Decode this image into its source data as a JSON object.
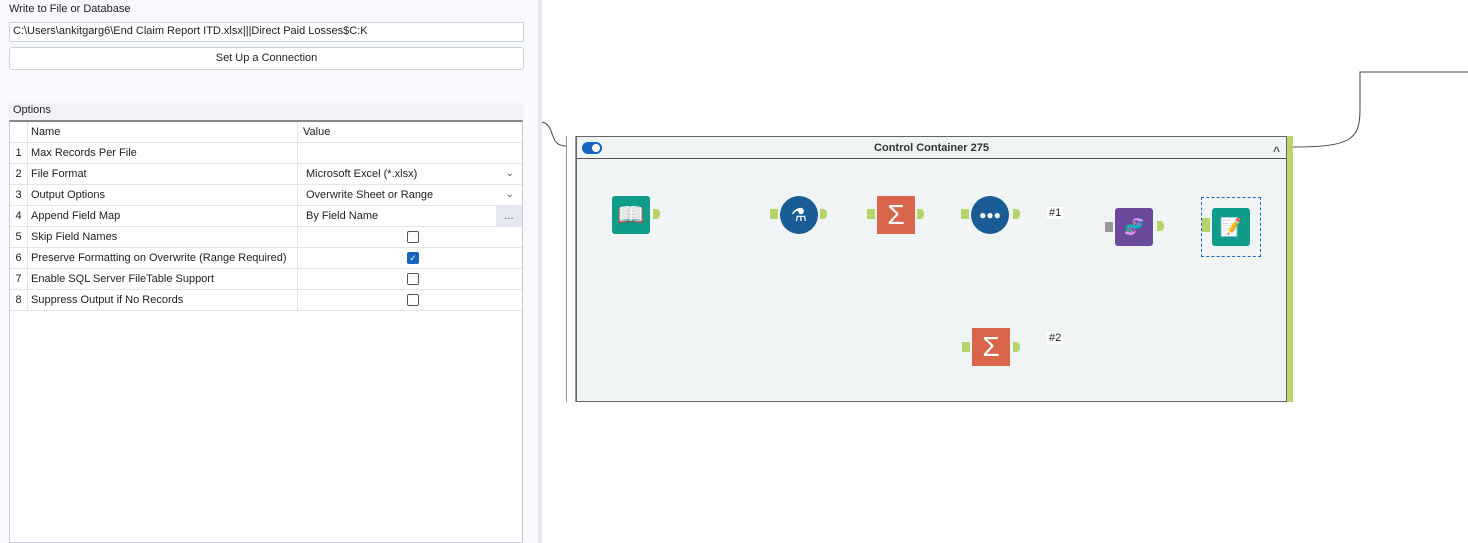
{
  "panel": {
    "title": "Write to File or Database",
    "path": "C:\\Users\\ankitgarg6\\End Claim Report ITD.xlsx|||Direct Paid Losses$C:K",
    "setup_label": "Set Up a Connection",
    "options_label": "Options",
    "headers": {
      "name": "Name",
      "value": "Value"
    },
    "rows": [
      {
        "i": "1",
        "name": "Max Records Per File",
        "value": ""
      },
      {
        "i": "2",
        "name": "File Format",
        "value": "Microsoft Excel (*.xlsx)"
      },
      {
        "i": "3",
        "name": "Output Options",
        "value": "Overwrite Sheet or Range"
      },
      {
        "i": "4",
        "name": "Append Field Map",
        "value": "By Field Name",
        "button": "..."
      },
      {
        "i": "5",
        "name": "Skip Field Names",
        "checked": false
      },
      {
        "i": "6",
        "name": "Preserve Formatting on Overwrite (Range Required)",
        "checked": true
      },
      {
        "i": "7",
        "name": "Enable SQL Server FileTable Support",
        "checked": false
      },
      {
        "i": "8",
        "name": "Suppress Output if No Records",
        "checked": false
      }
    ]
  },
  "canvas": {
    "container_title": "Control Container 275",
    "labels": {
      "l1": "#1",
      "l2": "#2"
    },
    "colors": {
      "input": "#0f9d8a",
      "formula": "#1a5c96",
      "summarize": "#d9654a",
      "sample": "#1a5c96",
      "union": "#6a4a9c",
      "output": "#0f9d8a",
      "anchor": "#b5d46a"
    }
  }
}
